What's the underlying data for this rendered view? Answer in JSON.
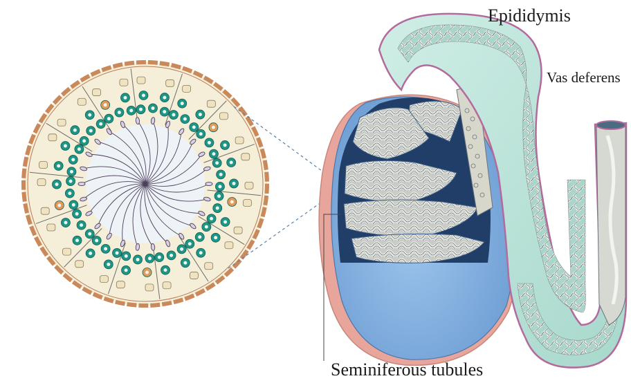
{
  "labels": {
    "epididymis": "Epididymis",
    "vas_deferens": "Vas deferens",
    "seminiferous_tubules": "Seminiferous tubules"
  },
  "colors": {
    "tubule_wall": "#e5a06b",
    "cytoplasm": "#f3eedc",
    "lumen": "#eef3f8",
    "spermatogonia": "#1f9585",
    "spermatocyte_nucleus": "#6a8a7a",
    "sertoli": "#e29a5a",
    "tail": "#4c3f5b",
    "testis_fill": "#8db6e3",
    "testis_rim": "#e8a39a",
    "lobule": "#24446e",
    "coil": "#d9d9d0",
    "epididymis_fill": "#bfe3d9",
    "epididymis_outline": "#b6679e"
  },
  "icons": [
    "seminiferous-tubule-cross-section",
    "testis-illustration"
  ]
}
